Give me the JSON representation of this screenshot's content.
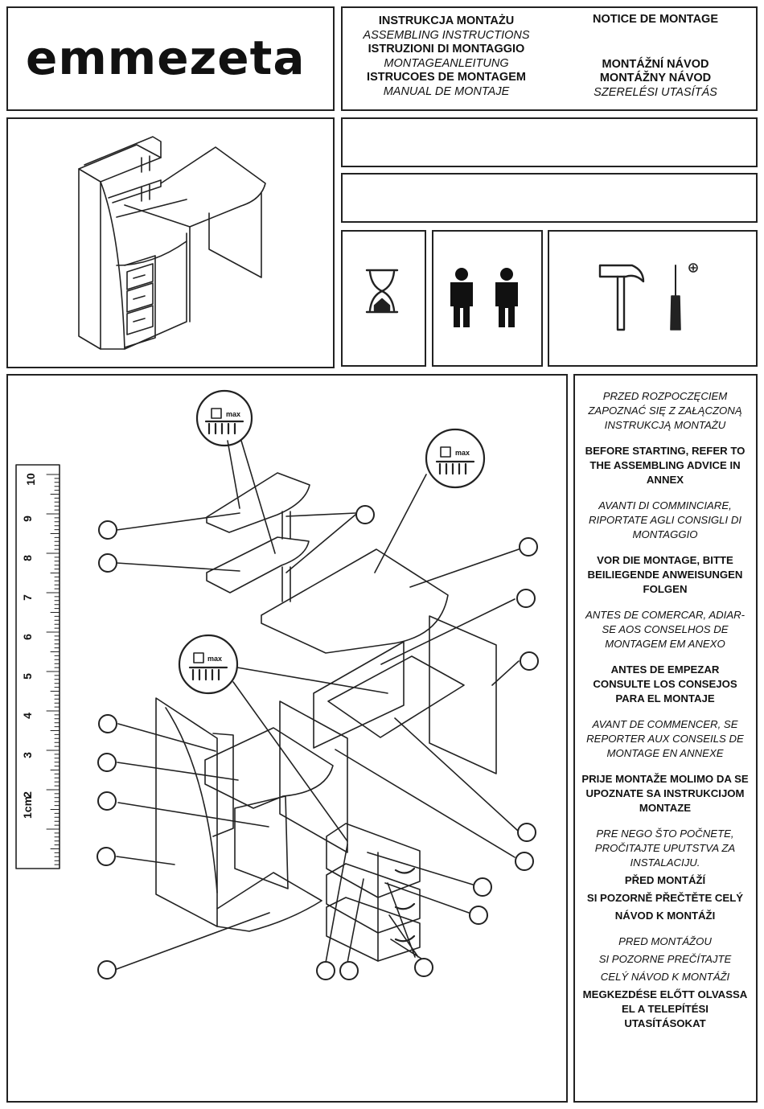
{
  "brand": "emmezeta",
  "titles_left": [
    {
      "text": "INSTRUKCJA MONTAŻU",
      "style": "bold"
    },
    {
      "text": "ASSEMBLING INSTRUCTIONS",
      "style": "italic"
    },
    {
      "text": "ISTRUZIONI DI MONTAGGIO",
      "style": "bold"
    },
    {
      "text": "MONTAGEANLEITUNG",
      "style": "italic"
    },
    {
      "text": "ISTRUCOES DE MONTAGEM",
      "style": "bold"
    },
    {
      "text": "MANUAL DE MONTAJE",
      "style": "italic"
    }
  ],
  "titles_right": {
    "top": "NOTICE DE MONTAGE",
    "line1": "MONTÁŽNÍ NÁVOD",
    "line2": "MONTÁŽNY NÁVOD",
    "line3": "SZERELÉSI UTASÍTÁS"
  },
  "icons": {
    "time": "hourglass-icon",
    "people": "two-persons-icon",
    "tools": [
      "hammer-icon",
      "screwdriver-icon"
    ],
    "phillips": "⊕"
  },
  "ruler": {
    "unit_label": "1cm",
    "numbers": [
      "10",
      "9",
      "8",
      "7",
      "6",
      "5",
      "4",
      "3",
      "2"
    ]
  },
  "max_badge": "max",
  "notes": {
    "pl": "PRZED ROZPOCZĘCIEM ZAPOZNAĆ SIĘ Z ZAŁĄCZONĄ INSTRUKCJĄ MONTAŻU",
    "en": "BEFORE STARTING, REFER TO THE ASSEMBLING ADVICE IN ANNEX",
    "it": "AVANTI DI COMMINCIARE, RIPORTATE AGLI CONSIGLI DI MONTAGGIO",
    "de": "VOR DIE MONTAGE, BITTE BEILIEGENDE ANWEISUNGEN FOLGEN",
    "pt": "ANTES DE COMERCAR, ADIAR-SE AOS CONSELHOS DE MONTAGEM EM ANEXO",
    "es": "ANTES DE EMPEZAR CONSULTE LOS CONSEJOS PARA EL MONTAJE",
    "fr": "AVANT DE COMMENCER, SE REPORTER AUX CONSEILS DE MONTAGE EN ANNEXE",
    "hr": "PRIJE MONTAŽE MOLIMO DA SE UPOZNATE SA INSTRUKCIJOM MONTAZE",
    "sr": "PRE NEGO ŠTO POČNETE, PROČITAJTE UPUTSTVA ZA INSTALACIJU.",
    "cz1": "PŘED MONTÁŽÍ",
    "cz2": "SI POZORNĚ PŘEČTĚTE CELÝ",
    "cz3": "NÁVOD K MONTÁŽI",
    "sk1": "PRED MONTÁŽOU",
    "sk2": "SI POZORNE PREČÍTAJTE",
    "sk3": "CELÝ NÁVOD K MONTÁŽI",
    "hu": "MEGKEZDÉSE ELŐTT OLVASSA EL A TELEPÍTÉSI UTASÍTÁSOKAT"
  }
}
